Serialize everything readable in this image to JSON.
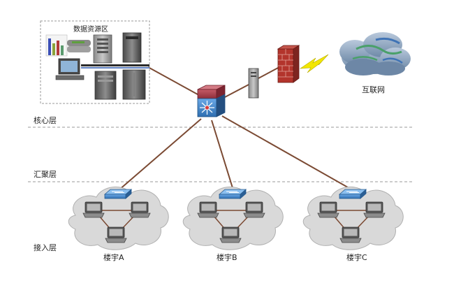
{
  "diagram": {
    "data_zone": {
      "label": "数据资源区"
    },
    "internet": {
      "label": "互联网"
    },
    "layers": {
      "core": "核心层",
      "aggregation": "汇聚层",
      "access": "接入层"
    },
    "buildings": [
      {
        "label": "楼宇A"
      },
      {
        "label": "楼宇B"
      },
      {
        "label": "楼宇C"
      }
    ],
    "colors": {
      "link": "#7b4a33",
      "cloud_fill": "#d9d9d9",
      "zone_border": "#9a9a9a",
      "switch_blue": "#3f7fc0",
      "core_switch_red": "#a23a46",
      "firewall_red": "#b3342c",
      "lightning": "#f2e600"
    }
  }
}
